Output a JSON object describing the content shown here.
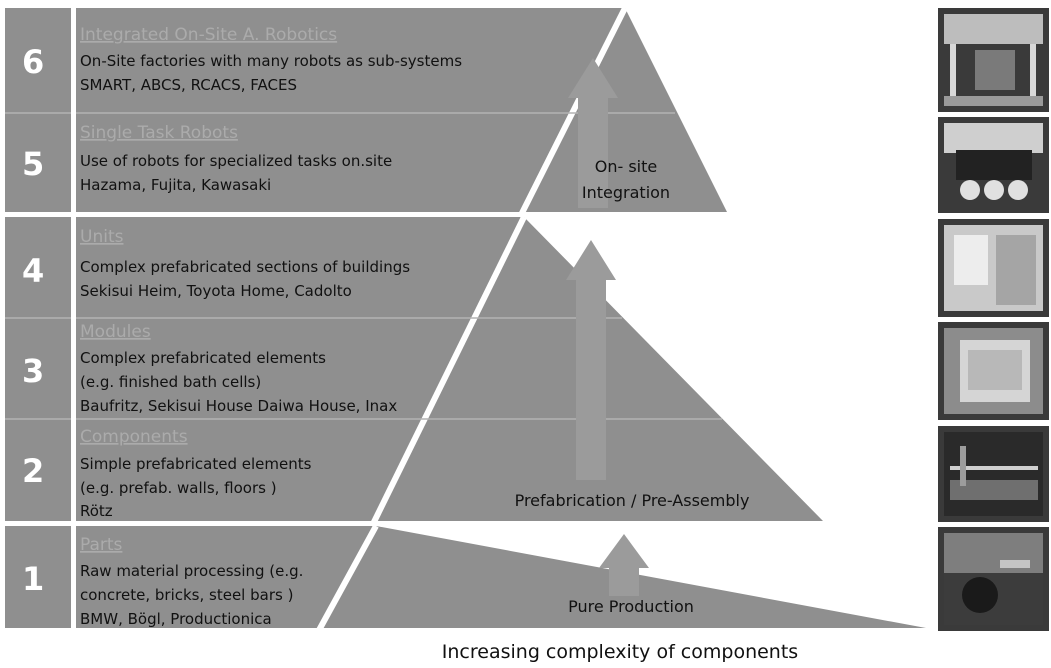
{
  "levels": [
    {
      "number": "6",
      "title": "Integrated On-Site A. Robotics",
      "lines": [
        "On-Site factories with many robots as sub-systems",
        "SMART, ABCS, RCACS, FACES"
      ]
    },
    {
      "number": "5",
      "title": "Single Task Robots",
      "lines": [
        "Use of robots for specialized tasks on.site",
        "Hazama, Fujita, Kawasaki"
      ]
    },
    {
      "number": "4",
      "title": "Units",
      "lines": [
        "Complex prefabricated sections of buildings",
        "Sekisui Heim, Toyota Home, Cadolto"
      ]
    },
    {
      "number": "3",
      "title": "Modules",
      "lines": [
        "Complex prefabricated elements",
        "(e.g. finished bath cells)",
        "Baufritz, Sekisui House Daiwa House, Inax"
      ]
    },
    {
      "number": "2",
      "title": "Components",
      "lines": [
        "Simple prefabricated elements",
        "(e.g. prefab. walls, floors )",
        "Rötz"
      ]
    },
    {
      "number": "1",
      "title": "Parts",
      "lines": [
        "Raw material processing (e.g.",
        "concrete, bricks, steel bars )",
        "BMW, Bögl, Productionica"
      ]
    }
  ],
  "zones": {
    "onsite_line1": "On- site",
    "onsite_line2": "Integration",
    "prefab": "Prefabrication / Pre-Assembly",
    "pure": "Pure Production"
  },
  "caption": "Increasing complexity of components",
  "colors": {
    "band": "#8f8f8f",
    "arrow": "#9b9b9b",
    "divider": "#ffffff"
  }
}
